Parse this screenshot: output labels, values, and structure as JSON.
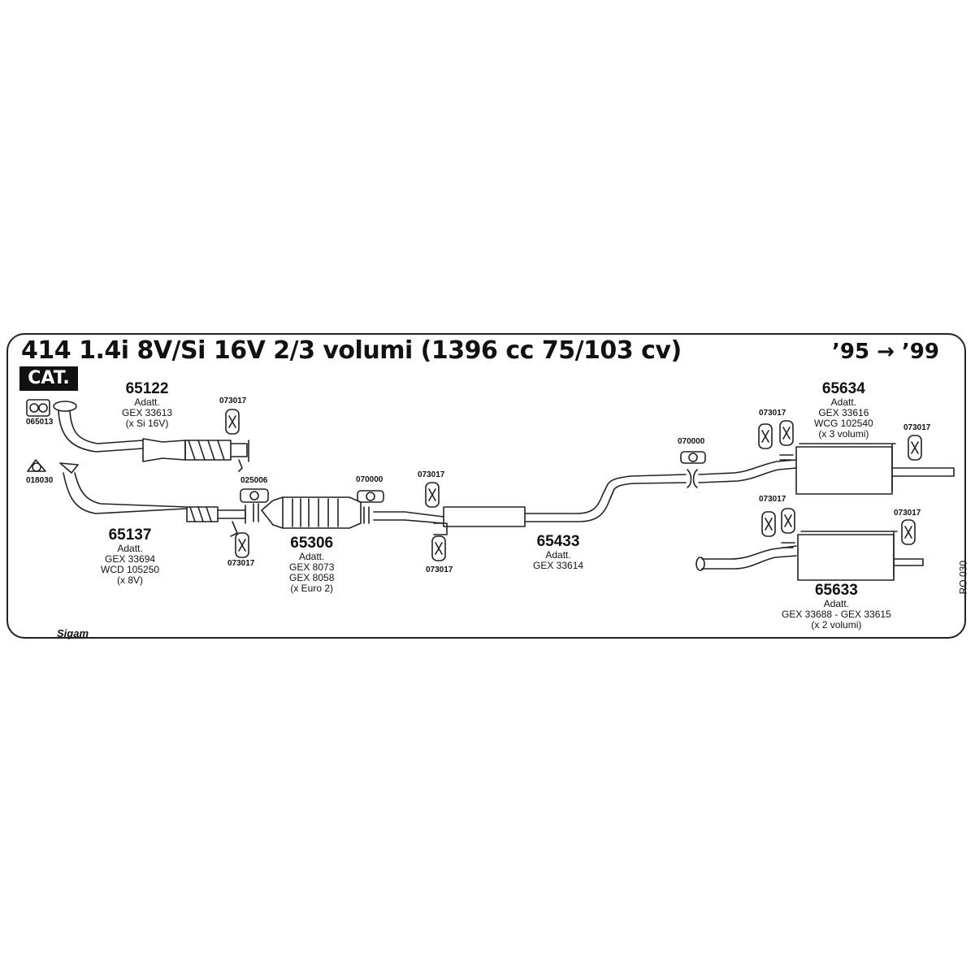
{
  "header": {
    "title": "414 1.4i 8V/Si 16V 2/3 volumi (1396 cc 75/103 cv)",
    "years": "’95 → ’99",
    "cat_badge": "CAT."
  },
  "parts": {
    "p65122": {
      "number": "65122",
      "line1": "Adatt.",
      "line2": "GEX 33613",
      "line3": "(x Si 16V)"
    },
    "p65137": {
      "number": "65137",
      "line1": "Adatt.",
      "line2": "GEX 33694",
      "line3": "WCD 105250",
      "line4": "(x 8V)"
    },
    "p65306": {
      "number": "65306",
      "line1": "Adatt.",
      "line2": "GEX 8073",
      "line3": "GEX 8058",
      "line4": "(x Euro 2)"
    },
    "p65433": {
      "number": "65433",
      "line1": "Adatt.",
      "line2": "GEX 33614"
    },
    "p65634": {
      "number": "65634",
      "line1": "Adatt.",
      "line2": "GEX 33616",
      "line3": "WCG 102540",
      "line4": "(x 3 volumi)"
    },
    "p65633": {
      "number": "65633",
      "line1": "Adatt.",
      "line2": "GEX 33688 - GEX 33615",
      "line3": "(x 2 volumi)"
    }
  },
  "codes": {
    "c065013": "065013",
    "c018030": "018030",
    "c025006": "025006",
    "c070000_a": "070000",
    "c070000_b": "070000",
    "c073017_1": "073017",
    "c073017_2": "073017",
    "c073017_3": "073017",
    "c073017_4": "073017",
    "c073017_5": "073017",
    "c073017_6": "073017",
    "c073017_7": "073017",
    "c073017_8": "073017"
  },
  "footer": {
    "reference": "RO 030",
    "brand": "Sigam"
  }
}
